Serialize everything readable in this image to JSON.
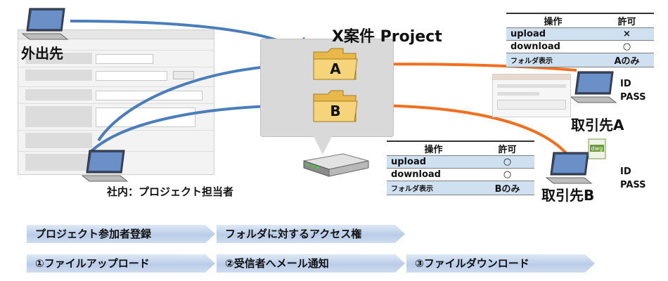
{
  "project": {
    "title": "X案件 Project",
    "folder_a": "A",
    "folder_b": "B"
  },
  "actors": {
    "outside": "外出先",
    "internal": "社内：プロジェクト担当者",
    "client_a": "取引先A",
    "client_b": "取引先B",
    "credentials_a": [
      "ID",
      "PASS"
    ],
    "credentials_b": [
      "ID",
      "PASS"
    ]
  },
  "table_a": {
    "headers": [
      "操作",
      "許可"
    ],
    "rows": [
      {
        "op": "upload",
        "perm": "×"
      },
      {
        "op": "download",
        "perm": "○"
      },
      {
        "op": "フォルダ表示",
        "perm": "Aのみ"
      }
    ]
  },
  "table_b": {
    "headers": [
      "操作",
      "許可"
    ],
    "rows": [
      {
        "op": "upload",
        "perm": "○"
      },
      {
        "op": "download",
        "perm": "○"
      },
      {
        "op": "フォルダ表示",
        "perm": "Bのみ"
      }
    ]
  },
  "steps": {
    "row1": [
      "プロジェクト参加者登録",
      "フォルダに対するアクセス権"
    ],
    "row2": [
      "①ファイルアップロード",
      "②受信者へメール通知",
      "③ファイルダウンロード"
    ]
  },
  "colors": {
    "arrow_internal": "#4a7ebb",
    "arrow_client": "#f07020",
    "table_alt": "#cfe0f0",
    "cloud": "#d9d9d9"
  },
  "icons": [
    "laptop-icon",
    "folder-icon",
    "server-icon",
    "dwg-file-icon"
  ]
}
